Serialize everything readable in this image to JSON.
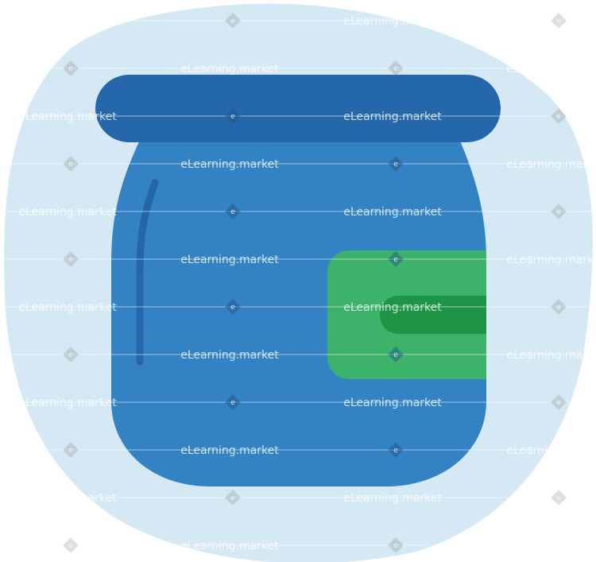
{
  "watermark": {
    "text": "eLearning.market",
    "mark_letter": "e"
  },
  "illustration": {
    "subject": "jar-with-label",
    "colors": {
      "backdrop": "#d4e9f4",
      "lid": "#2468ab",
      "jar_body": "#3383c4",
      "highlight": "#2466a8",
      "label": "#3db26b",
      "label_stripe": "#1d9446"
    }
  }
}
